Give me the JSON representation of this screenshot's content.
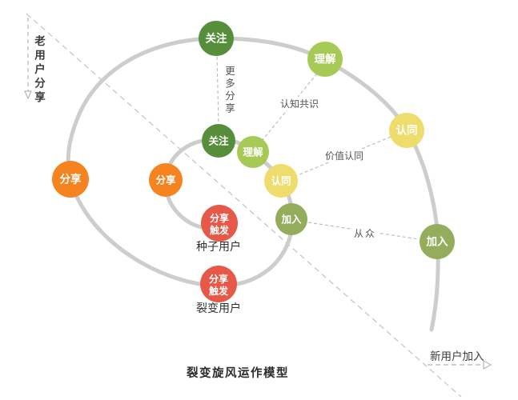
{
  "title": "裂变旋风运作模型",
  "axes": {
    "old_users_label": "老用户分享",
    "new_users_label": "新用户加入"
  },
  "colors": {
    "follow": "#578e3b",
    "understand": "#a7ca57",
    "identify": "#eedc6d",
    "join": "#93ad5d",
    "share": "#f5831f",
    "trigger": "#e65847",
    "spiral": "#cdcdcd",
    "dashed_line": "#b9b9b9",
    "diagonal_line": "#c6c6c6"
  },
  "nodes": {
    "outer_follow": {
      "label": "关注"
    },
    "outer_understand": {
      "label": "理解"
    },
    "outer_identify": {
      "label": "认同"
    },
    "outer_join": {
      "label": "加入"
    },
    "outer_share": {
      "label": "分享"
    },
    "inner_follow": {
      "label": "关注"
    },
    "inner_understand": {
      "label": "理解"
    },
    "inner_identify": {
      "label": "认同"
    },
    "inner_join": {
      "label": "加入"
    },
    "inner_share": {
      "label": "分享"
    },
    "seed_trigger": {
      "line1": "分享",
      "line2": "触发",
      "caption": "种子用户"
    },
    "fission_trigger": {
      "line1": "分享",
      "line2": "触发",
      "caption": "裂变用户"
    }
  },
  "connectors": {
    "more_shares": "更多分享",
    "cognitive_consensus": "认知共识",
    "value_identification": "价值认同",
    "conformity": "从众"
  }
}
